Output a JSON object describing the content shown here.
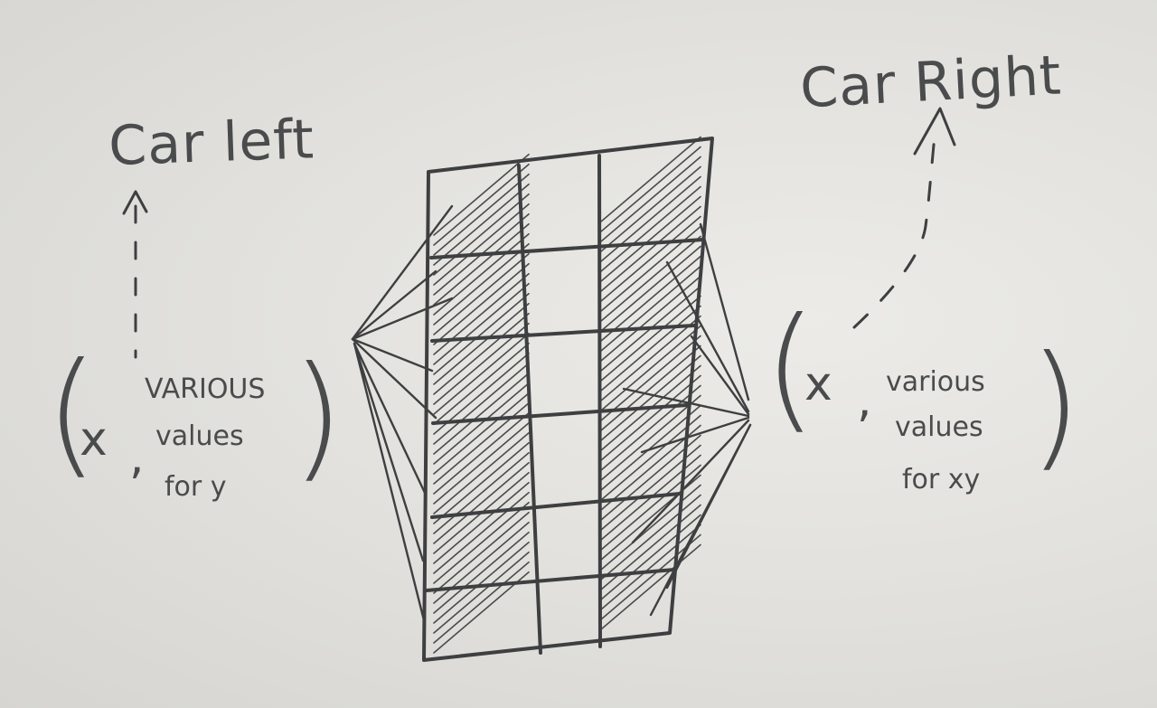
{
  "labels": {
    "car_left": "Car left",
    "car_right": "Car Right"
  },
  "left_note": {
    "x": "x",
    "comma": ",",
    "line1": "VARIOUS",
    "line2": "values",
    "line3": "for y"
  },
  "right_note": {
    "x": "x",
    "comma": ",",
    "line1": "various",
    "line2": "values",
    "line3": "for xy"
  },
  "grid": {
    "columns": 3,
    "rows": 6,
    "shaded_columns": [
      1,
      3
    ]
  },
  "colors": {
    "ink": "#3e3f40",
    "paper": "#e3e2de"
  }
}
